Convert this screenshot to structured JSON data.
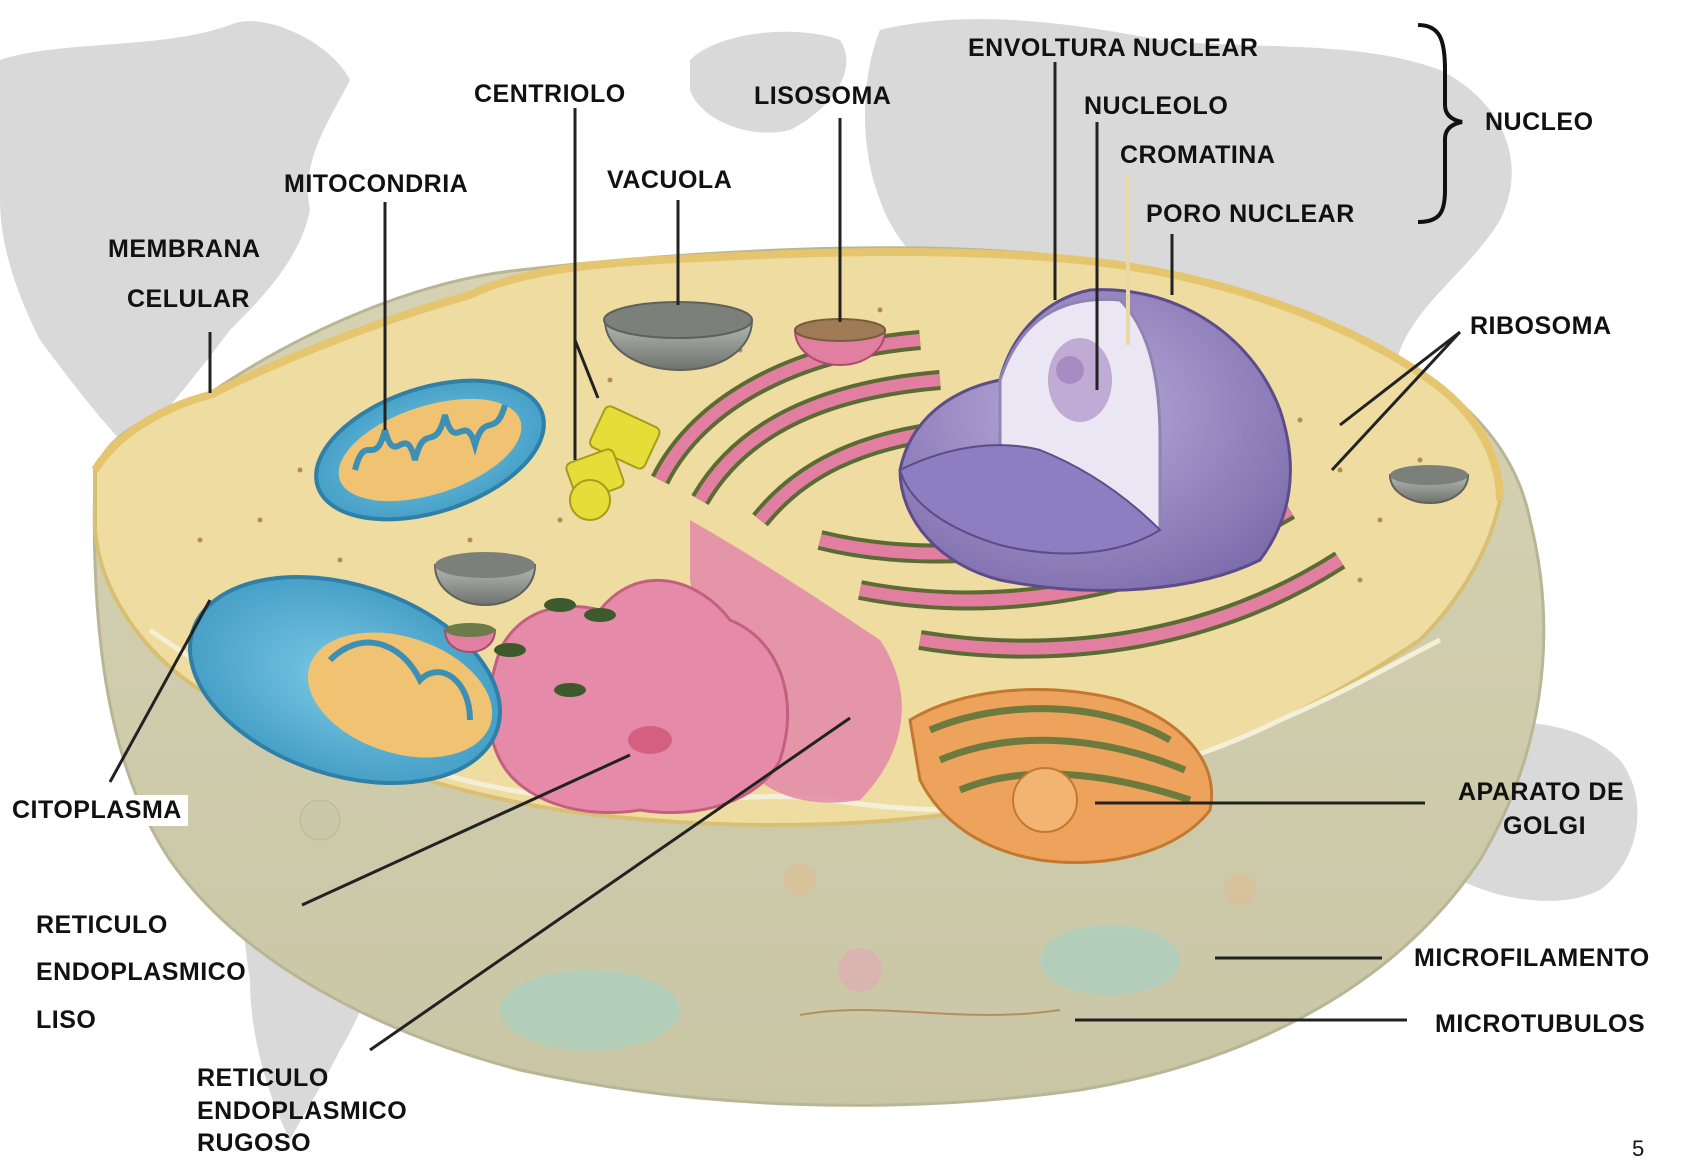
{
  "colors": {
    "background": "#ffffff",
    "world_map": "#d8d8d8",
    "cytoplasm": "#efdca0",
    "cell_body": "#cfcdb0",
    "membrane_rim": "#e4c77c",
    "nucleus": "#9c8cc8",
    "nucleus_cut": "#e9e4f2",
    "reticulum": "#e07fa2",
    "reticulum_dark": "#556b35",
    "mitochondria": "#57b3d8",
    "golgi": "#eda25a",
    "centriole": "#e8df3a",
    "vacuole": "#8d918c",
    "label_text": "#111111",
    "leader_line": "#222222"
  },
  "labels": {
    "envoltura_nuclear": "ENVOLTURA NUCLEAR",
    "nucleolo": "NUCLEOLO",
    "cromatina": "CROMATINA",
    "poro_nuclear": "PORO NUCLEAR",
    "nucleo": "NUCLEO",
    "centriolo": "CENTRIOLO",
    "lisosoma": "LISOSOMA",
    "vacuola": "VACUOLA",
    "mitocondria": "MITOCONDRIA",
    "membrana_celular_1": "MEMBRANA",
    "membrana_celular_2": "CELULAR",
    "ribosoma": "RIBOSOMA",
    "citoplasma": "CITOPLASMA",
    "aparato_golgi_1": "APARATO DE",
    "aparato_golgi_2": "GOLGI",
    "rel_1": "RETICULO",
    "rel_2": "ENDOPLASMICO",
    "rel_3": "LISO",
    "rer_1": "RETICULO",
    "rer_2": "ENDOPLASMICO",
    "rer_3": "RUGOSO",
    "microfilamento": "MICROFILAMENTO",
    "microtubulos": "MICROTUBULOS"
  },
  "page_number": "5"
}
